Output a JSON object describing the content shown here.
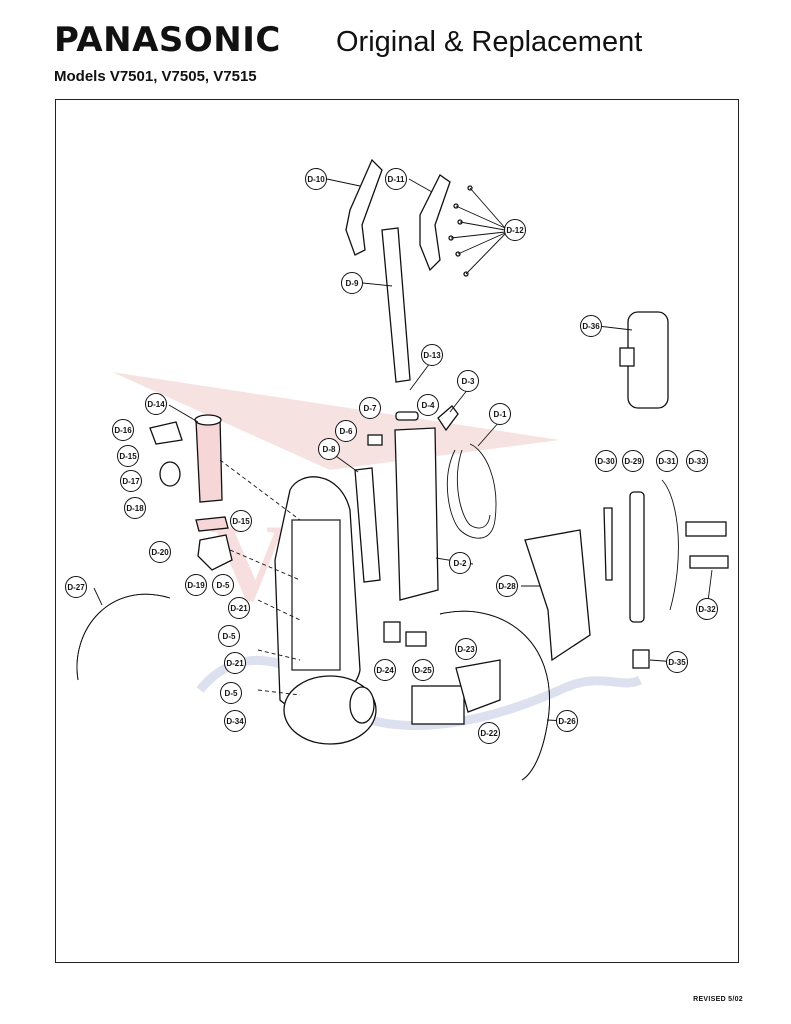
{
  "header": {
    "brand": "PANASONIC",
    "subtitle": "Original & Replacement",
    "models": "Models V7501, V7505, V7515"
  },
  "footer": {
    "revised": "REVISED 5/02"
  },
  "watermark": {
    "color": "#e8a0a0",
    "color2": "#9aa3d0"
  },
  "diagram": {
    "parts": [
      {
        "id": "D-10",
        "label": "D-10"
      },
      {
        "id": "D-11",
        "label": "D-11"
      },
      {
        "id": "D-12",
        "label": "D-12"
      },
      {
        "id": "D-9",
        "label": "D-9"
      },
      {
        "id": "D-36",
        "label": "D-36"
      },
      {
        "id": "D-13",
        "label": "D-13"
      },
      {
        "id": "D-3",
        "label": "D-3"
      },
      {
        "id": "D-7",
        "label": "D-7"
      },
      {
        "id": "D-4",
        "label": "D-4"
      },
      {
        "id": "D-14",
        "label": "D-14"
      },
      {
        "id": "D-1",
        "label": "D-1"
      },
      {
        "id": "D-16",
        "label": "D-16"
      },
      {
        "id": "D-6",
        "label": "D-6"
      },
      {
        "id": "D-8",
        "label": "D-8"
      },
      {
        "id": "D-15a",
        "label": "D-15"
      },
      {
        "id": "D-30",
        "label": "D-30"
      },
      {
        "id": "D-29",
        "label": "D-29"
      },
      {
        "id": "D-31",
        "label": "D-31"
      },
      {
        "id": "D-33",
        "label": "D-33"
      },
      {
        "id": "D-17",
        "label": "D-17"
      },
      {
        "id": "D-18",
        "label": "D-18"
      },
      {
        "id": "D-15b",
        "label": "D-15"
      },
      {
        "id": "D-20",
        "label": "D-20"
      },
      {
        "id": "D-2",
        "label": "D-2"
      },
      {
        "id": "D-27",
        "label": "D-27"
      },
      {
        "id": "D-19",
        "label": "D-19"
      },
      {
        "id": "D-5a",
        "label": "D-5"
      },
      {
        "id": "D-28",
        "label": "D-28"
      },
      {
        "id": "D-21a",
        "label": "D-21"
      },
      {
        "id": "D-32",
        "label": "D-32"
      },
      {
        "id": "D-5b",
        "label": "D-5"
      },
      {
        "id": "D-23",
        "label": "D-23"
      },
      {
        "id": "D-21b",
        "label": "D-21"
      },
      {
        "id": "D-24",
        "label": "D-24"
      },
      {
        "id": "D-25",
        "label": "D-25"
      },
      {
        "id": "D-35",
        "label": "D-35"
      },
      {
        "id": "D-5c",
        "label": "D-5"
      },
      {
        "id": "D-34",
        "label": "D-34"
      },
      {
        "id": "D-26",
        "label": "D-26"
      },
      {
        "id": "D-22",
        "label": "D-22"
      }
    ]
  }
}
